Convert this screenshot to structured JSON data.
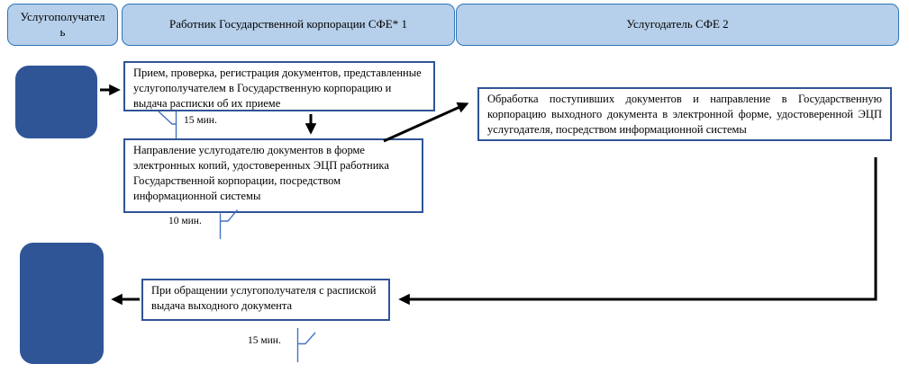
{
  "diagram": {
    "lanes": [
      {
        "label": "Услугополучатель"
      },
      {
        "label": "Работник Государственной корпорации СФЕ* 1"
      },
      {
        "label": "Услугодатель СФЕ 2"
      }
    ],
    "steps": {
      "step1": "Прием, проверка, регистрация документов, представленные услугополучателем в Государственную корпорацию и выдача расписки об их приеме",
      "step2": "Направление  услугодателю документов в форме электронных копий, удостоверенных ЭЦП работника Государственной корпорации, посредством информационной системы",
      "step3": "Обработка поступивших документов и направление в Государственную корпорацию выходного документа в электронной форме, удостоверенной ЭЦП услугодателя, посредством информационной системы",
      "step4": "При обращении услугополучателя с распиской выдача выходного документа"
    },
    "durations": {
      "d1": "15 мин.",
      "d2": "10 мин.",
      "d3": "15 мин."
    },
    "colors": {
      "lane_fill": "#b6cfea",
      "lane_border": "#2e75b6",
      "terminal_fill": "#2f5597",
      "box_border": "#2f5496",
      "arrow": "#000000",
      "callout_line": "#4472c4"
    }
  }
}
